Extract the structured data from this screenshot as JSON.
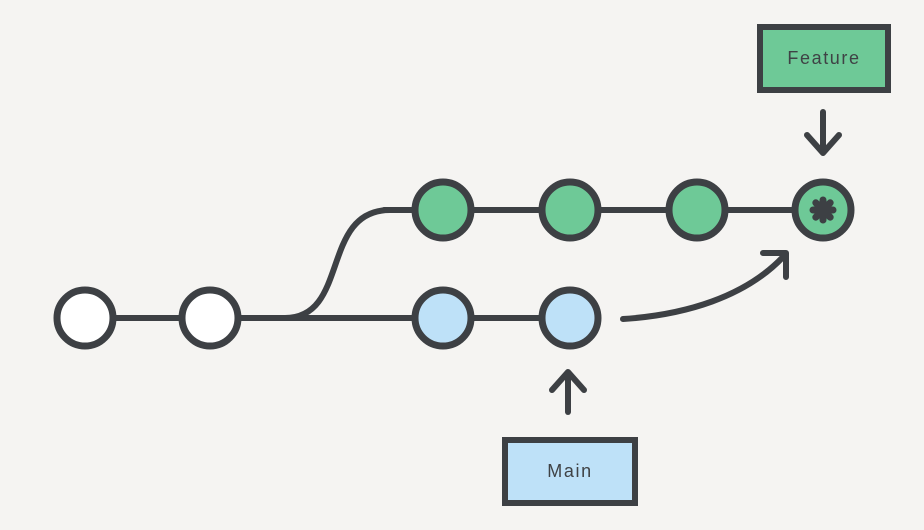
{
  "labels": {
    "feature": "Feature",
    "main": "Main"
  },
  "colors": {
    "background": "#f5f4f2",
    "stroke": "#3d4044",
    "feature-green": "#6ec997",
    "main-blue": "#bee1f8",
    "commit-white": "#ffffff",
    "label-text": "#3f4245"
  },
  "diagram": {
    "type": "git-branch-diagram",
    "base_commit_count": 2,
    "branches": [
      {
        "label": "Feature",
        "commit_count": 4,
        "node_color": "#6ec997",
        "head_marker": "asterisk"
      },
      {
        "label": "Main",
        "commit_count": 2,
        "node_color": "#bee1f8"
      }
    ]
  }
}
